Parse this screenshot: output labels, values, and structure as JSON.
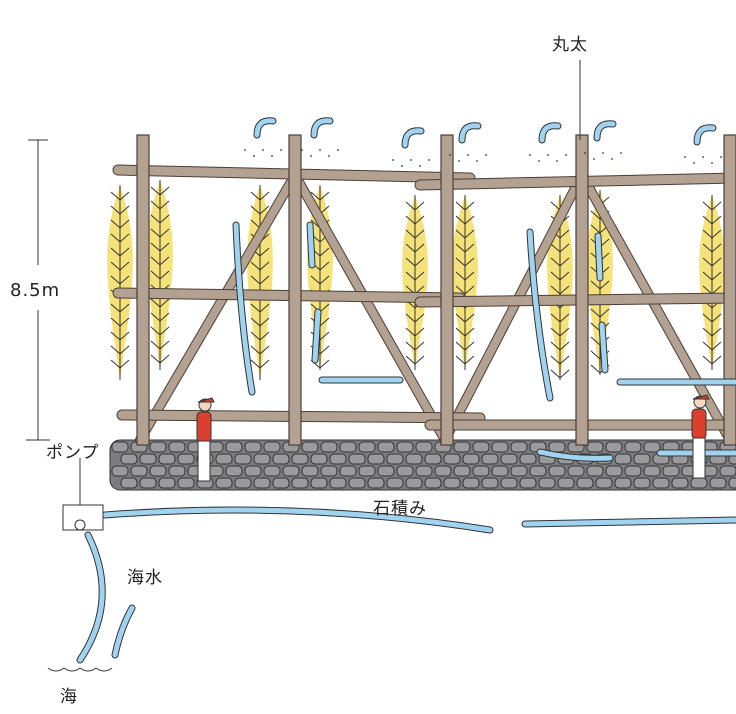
{
  "labels": {
    "log": "丸太",
    "height": "8.5m",
    "pump": "ポンプ",
    "stone_wall": "石積み",
    "seawater": "海水",
    "sea": "海"
  },
  "colors": {
    "wood": "#b3a291",
    "wood_stroke": "#4a3e36",
    "branch": "#f5e27a",
    "water": "#9fd3f0",
    "stone": "#9a9a9c",
    "shirt": "#d9412e"
  }
}
